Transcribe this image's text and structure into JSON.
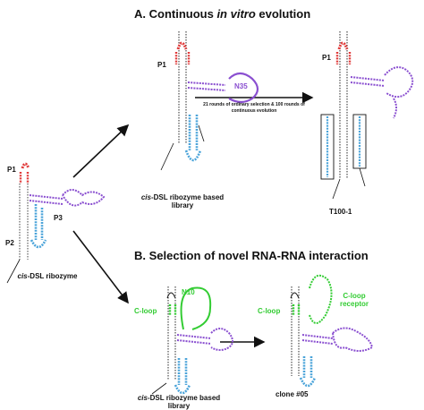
{
  "panel_a": {
    "title_prefix": "A. Continuous ",
    "title_italic": "in vitro",
    "title_suffix": " evolution",
    "library_caption_italic": "cis",
    "library_caption_rest": "-DSL ribozyme based library",
    "process_text": "21 rounds of ordinary selection & 100 rounds of continuous evolution",
    "n_label": "N35",
    "result_label": "T100-1",
    "p1": "P1"
  },
  "panel_b": {
    "title": "B. Selection of novel RNA-RNA interaction",
    "library_caption_italic": "cis",
    "library_caption_rest": "-DSL ribozyme based library",
    "n_label": "N10",
    "c_loop": "C-loop",
    "c_loop_receptor": "C-loop receptor",
    "clone_label": "clone #05"
  },
  "left": {
    "caption_italic": "cis",
    "caption_rest": "-DSL ribozyme",
    "p1": "P1",
    "p2": "P2",
    "p3": "P3"
  },
  "colors": {
    "red": "#e03a3a",
    "purple": "#8a4fd0",
    "blue": "#4aa3d9",
    "green": "#33cc33",
    "black": "#111111"
  }
}
